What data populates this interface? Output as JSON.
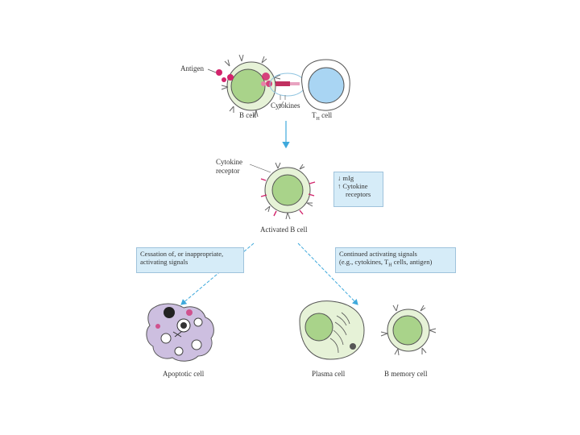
{
  "labels": {
    "antigen": "Antigen",
    "b_cell": "B cell",
    "cytokines": "Cytokines",
    "th_cell_main": "T",
    "th_cell_sub": "H",
    "th_cell_suffix": " cell",
    "cytokine_receptor_line1": "Cytokine",
    "cytokine_receptor_line2": "receptor",
    "activated_b_cell": "Activated B cell",
    "apoptotic_cell": "Apoptotic cell",
    "plasma_cell": "Plasma cell",
    "b_memory_cell": "B memory cell"
  },
  "legend_box": {
    "line1_arrow": "↓",
    "line1_text": "mIg",
    "line2_arrow": "↑",
    "line2_text": "Cytokine",
    "line3_text": "receptors"
  },
  "left_box": {
    "line1": "Cessation of, or inappropriate,",
    "line2": "activating signals"
  },
  "right_box": {
    "line1": "Continued activating signals",
    "line2_pre": "(e.g., cytokines, T",
    "line2_sub": "H",
    "line2_post": " cells, antigen)"
  },
  "colors": {
    "cell_green": "#a9d38a",
    "cell_outer": "#e6f2d7",
    "t_cell_blue": "#a9d5f3",
    "arrow_blue": "#3fa9dc",
    "receptor_red": "#d2236b",
    "apoptotic_purple": "#cdbfe0"
  }
}
